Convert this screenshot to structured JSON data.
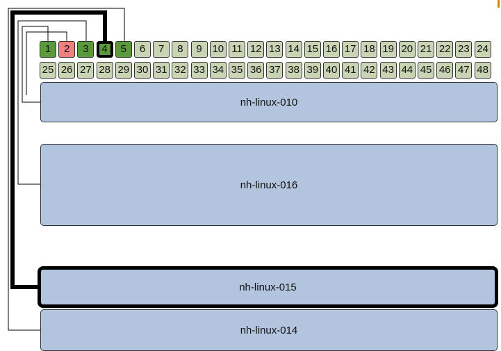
{
  "colors": {
    "port_default": "#c8d4b4",
    "port_active": "#5b9a3c",
    "port_error": "#f08080",
    "host_fill": "#b3c4de",
    "selection": "#000000"
  },
  "switch": {
    "ports": [
      {
        "label": "1",
        "status": "active"
      },
      {
        "label": "2",
        "status": "error"
      },
      {
        "label": "3",
        "status": "active"
      },
      {
        "label": "4",
        "status": "active",
        "selected": true
      },
      {
        "label": "5",
        "status": "active"
      },
      {
        "label": "6"
      },
      {
        "label": "7"
      },
      {
        "label": "8"
      },
      {
        "label": "9"
      },
      {
        "label": "10"
      },
      {
        "label": "11"
      },
      {
        "label": "12"
      },
      {
        "label": "13"
      },
      {
        "label": "14"
      },
      {
        "label": "15"
      },
      {
        "label": "16"
      },
      {
        "label": "17"
      },
      {
        "label": "18"
      },
      {
        "label": "19"
      },
      {
        "label": "20"
      },
      {
        "label": "21"
      },
      {
        "label": "22"
      },
      {
        "label": "23"
      },
      {
        "label": "24"
      },
      {
        "label": "25"
      },
      {
        "label": "26"
      },
      {
        "label": "27"
      },
      {
        "label": "28"
      },
      {
        "label": "29"
      },
      {
        "label": "30"
      },
      {
        "label": "31"
      },
      {
        "label": "32"
      },
      {
        "label": "33"
      },
      {
        "label": "34"
      },
      {
        "label": "35"
      },
      {
        "label": "36"
      },
      {
        "label": "37"
      },
      {
        "label": "38"
      },
      {
        "label": "39"
      },
      {
        "label": "40"
      },
      {
        "label": "41"
      },
      {
        "label": "42"
      },
      {
        "label": "43"
      },
      {
        "label": "44"
      },
      {
        "label": "45"
      },
      {
        "label": "46"
      },
      {
        "label": "47"
      },
      {
        "label": "48"
      }
    ]
  },
  "hosts": [
    {
      "name": "nh-linux-010"
    },
    {
      "name": "nh-linux-016"
    },
    {
      "name": "nh-linux-015",
      "selected": true
    },
    {
      "name": "nh-linux-014"
    }
  ]
}
